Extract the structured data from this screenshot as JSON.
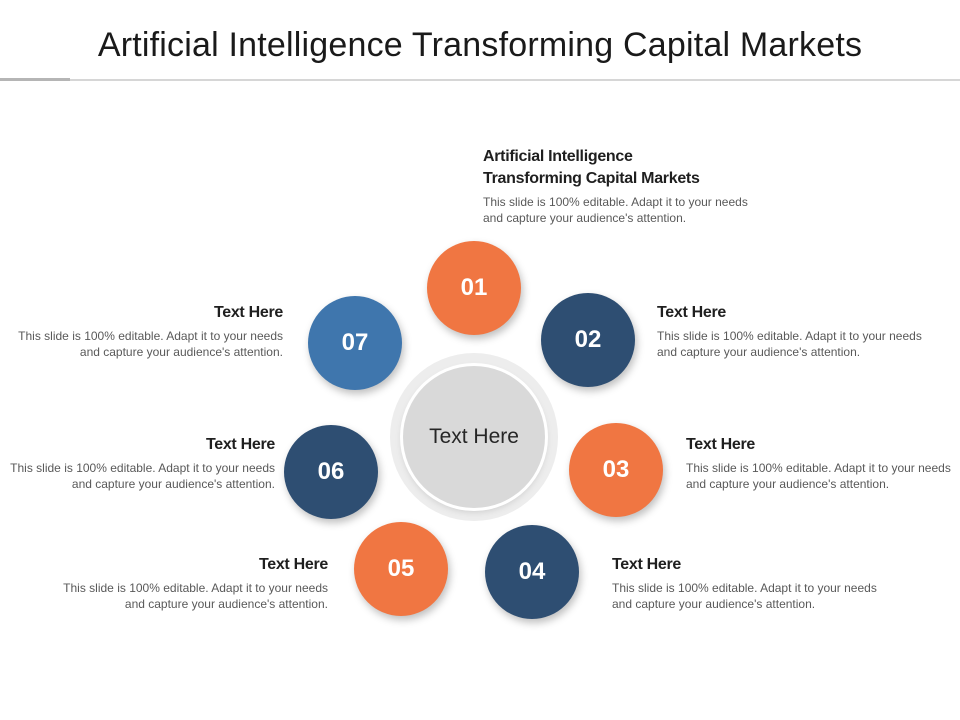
{
  "title": "Artificial Intelligence Transforming Capital Markets",
  "center_label": "Text Here",
  "colors": {
    "orange": "#f07642",
    "navy": "#2e4e72",
    "blue": "#3f76ad",
    "center": "#d9d9d9"
  },
  "nodes": [
    {
      "number": "01",
      "color": "orange",
      "heading": "Artificial Intelligence\nTransforming Capital Markets",
      "text": "This slide is 100% editable. Adapt it to your needs and capture your audience's attention."
    },
    {
      "number": "02",
      "color": "navy",
      "heading": "Text Here",
      "text": "This slide is 100% editable. Adapt it to your needs and capture your audience's attention."
    },
    {
      "number": "03",
      "color": "orange",
      "heading": "Text Here",
      "text": "This slide is 100% editable. Adapt it to your needs and capture your audience's attention."
    },
    {
      "number": "04",
      "color": "navy",
      "heading": "Text Here",
      "text": "This slide is 100% editable. Adapt it to your needs and capture your audience's attention."
    },
    {
      "number": "05",
      "color": "orange",
      "heading": "Text Here",
      "text": "This slide is 100% editable. Adapt it to your needs and capture your audience's attention."
    },
    {
      "number": "06",
      "color": "navy",
      "heading": "Text Here",
      "text": "This slide is 100% editable. Adapt it to your needs and capture your audience's attention."
    },
    {
      "number": "07",
      "color": "blue",
      "heading": "Text Here",
      "text": "This slide is 100% editable. Adapt it to your needs and capture your audience's attention."
    }
  ]
}
